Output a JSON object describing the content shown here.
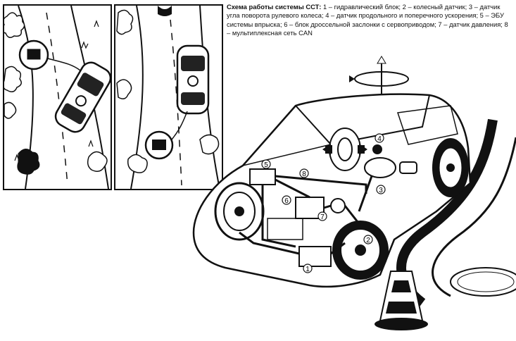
{
  "caption": {
    "title": "Схема работы системы ССТ:",
    "body": "1 – гидравлический блок; 2 – колесный датчик; 3 – датчик угла поворота рулевого колеса; 4 – датчик продольного и поперечного ускорения; 5 – ЭБУ системы впрыска; 6 – блок дроссельной заслонки с сервоприводом; 7 – датчик давления; 8 – мультиплексная сеть CAN"
  },
  "callouts": [
    "1",
    "2",
    "3",
    "4",
    "5",
    "6",
    "7",
    "8"
  ]
}
